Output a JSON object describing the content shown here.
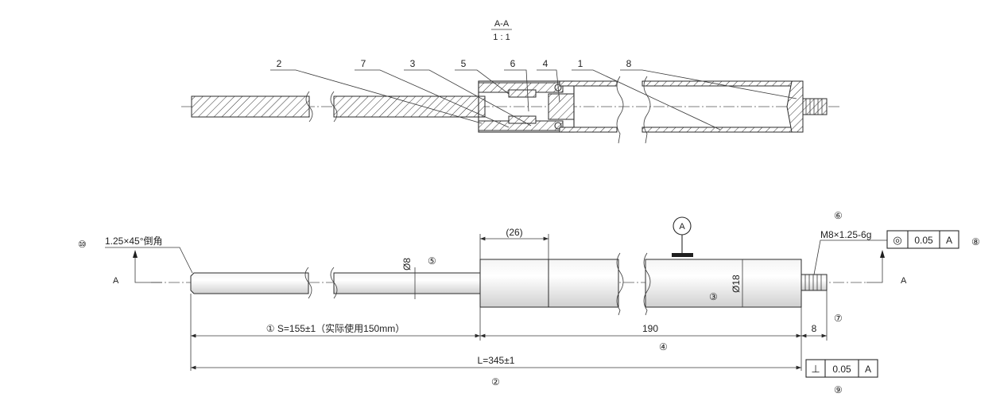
{
  "section": {
    "title": "A-A",
    "scale": "1 : 1"
  },
  "balloons": [
    "2",
    "7",
    "3",
    "5",
    "6",
    "4",
    "1",
    "8"
  ],
  "chamfer_note": "1.25×45°倒角",
  "section_mark": "A",
  "datum": "A",
  "dim_26": "(26)",
  "dim_phi8": "Ø8",
  "dim_phi18": "Ø18",
  "thread": "M8×1.25-6g",
  "concentricity": {
    "symbol": "◎",
    "value": "0.05",
    "datum": "A"
  },
  "perpendicularity": {
    "symbol": "⊥",
    "value": "0.05",
    "datum": "A"
  },
  "dim_stroke": "① S=155±1（实际使用150mm）",
  "dim_190": "190",
  "dim_8": "8",
  "dim_length": "L=345±1",
  "markers": {
    "m1": "⑩",
    "m2": "⑤",
    "m3": "③",
    "m4": "④",
    "m5": "②",
    "m6": "⑥",
    "m7": "⑧",
    "m8": "⑦",
    "m9": "⑨"
  }
}
